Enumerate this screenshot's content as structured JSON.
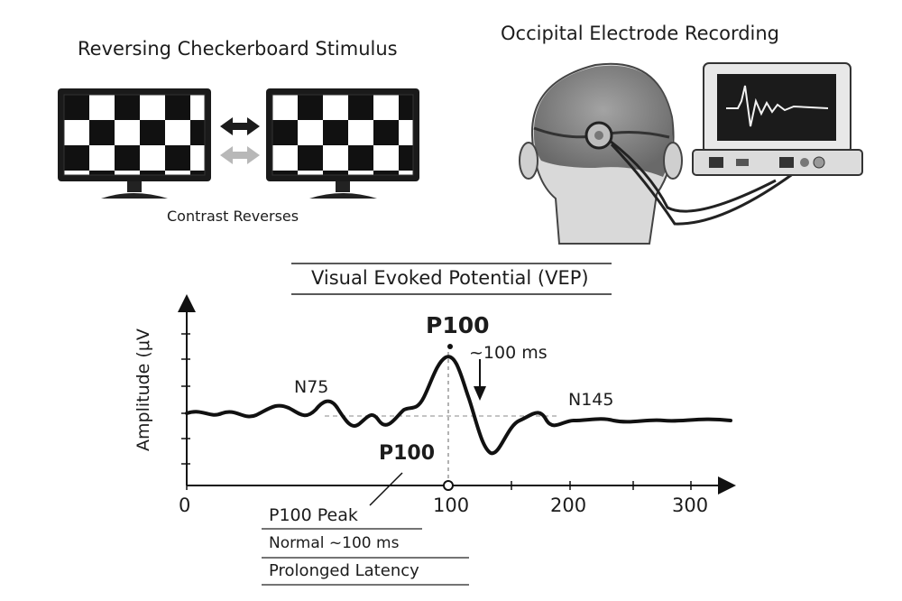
{
  "stimulus": {
    "title": "Reversing Checkerboard Stimulus",
    "caption": "Contrast Reverses"
  },
  "recording": {
    "title": "Occipital Electrode Recording"
  },
  "vep": {
    "title": "Visual Evoked Potential (VEP)",
    "ylabel": "Amplitude (μV",
    "x_ticks": [
      "0",
      "100",
      "200",
      "300"
    ],
    "peak_label": "P100",
    "peak_latency_label": "~100 ms",
    "n75_label": "N75",
    "n145_label": "N145",
    "p100_lower_label": "P100"
  },
  "legend": {
    "peak_label": "P100 Peak",
    "normal_label": "Normal ~100 ms",
    "prolonged_label": "Prolonged Latency"
  }
}
